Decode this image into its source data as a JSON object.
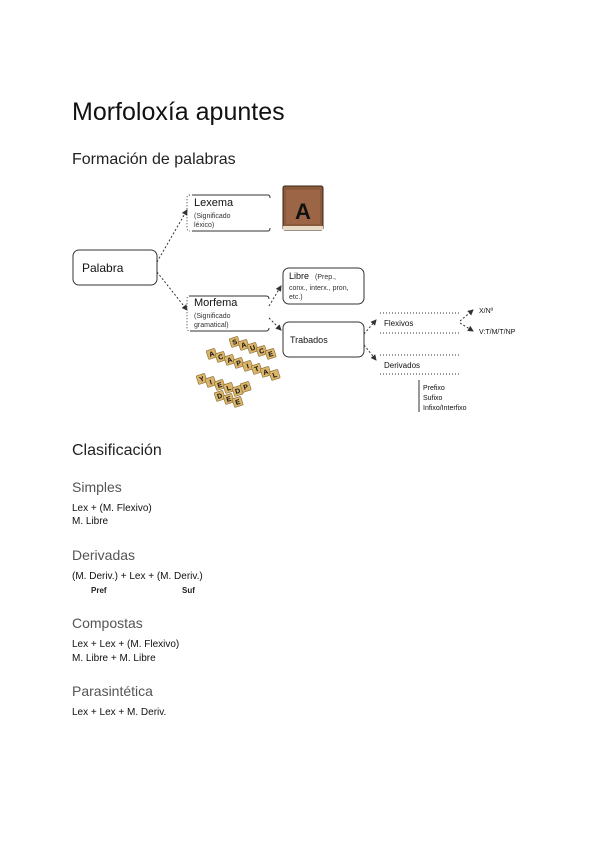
{
  "document": {
    "title": "Morfoloxía apuntes",
    "section_formation": "Formación de palabras",
    "section_classification": "Clasificación"
  },
  "diagram": {
    "palabra": "Palabra",
    "lexema": "Lexema",
    "lexema_note_1": "(Significado",
    "lexema_note_2": "léxico)",
    "book_letter": "A",
    "morfema": "Morfema",
    "morfema_note_1": "(Significado",
    "morfema_note_2": "gramatical)",
    "libre": "Libre",
    "libre_note_1": "(Prep.,",
    "libre_note_2": "conx., interx., pron,",
    "libre_note_3": "etc.)",
    "trabados": "Trabados",
    "flexivos": "Flexivos",
    "flex_1": "X/Nº",
    "flex_2": "V:T/M/T/NP",
    "derivados": "Derivados",
    "deriv_1": "Prefixo",
    "deriv_2": "Sufixo",
    "deriv_3": "Infixo/Interfixo",
    "scrabble_tiles": [
      "S",
      "A",
      "U",
      "C",
      "E",
      "A",
      "C",
      "A",
      "P",
      "I",
      "T",
      "A",
      "L",
      "Y",
      "I",
      "E",
      "L",
      "D",
      "D",
      "E",
      "E",
      "P"
    ]
  },
  "classification": {
    "simples": {
      "heading": "Simples",
      "lines": [
        "Lex + (M. Flexivo)",
        "M. Libre"
      ]
    },
    "derivadas": {
      "heading": "Derivadas",
      "lines": [
        "(M. Deriv.) + Lex + (M. Deriv.)"
      ],
      "pref": "Pref",
      "suf": "Suf"
    },
    "compostas": {
      "heading": "Compostas",
      "lines": [
        "Lex + Lex + (M. Flexivo)",
        "M. Libre + M. Libre"
      ]
    },
    "parasintetica": {
      "heading": "Parasintética",
      "lines": [
        "Lex + Lex + M. Deriv."
      ]
    }
  }
}
